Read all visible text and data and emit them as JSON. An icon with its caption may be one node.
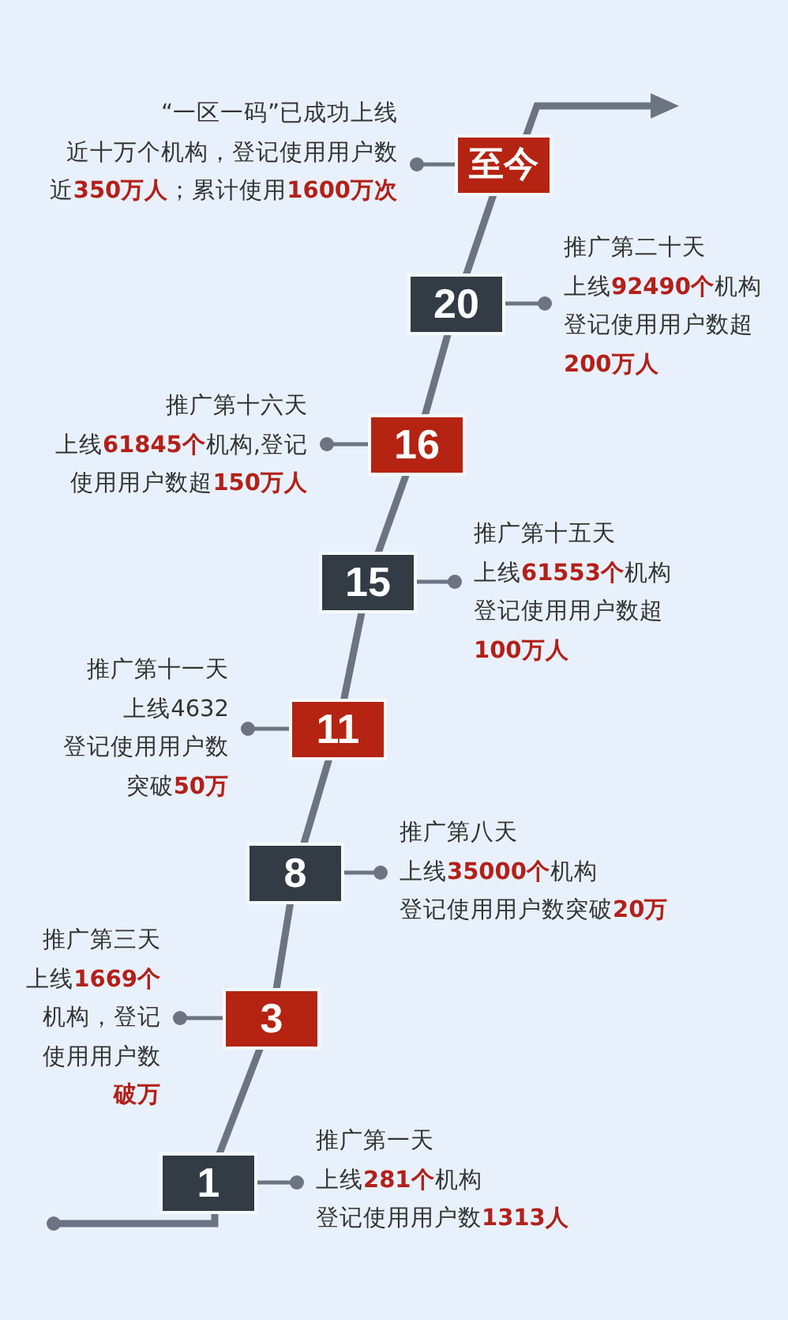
{
  "diagram": {
    "nodes": [
      {
        "text": [
          "至今"
        ]
      },
      {
        "text": [
          "“一区一码”已成功上线",
          "近十万个机构，登记使用用户数",
          "近**350万人**；累计使用**1600万次**"
        ]
      },
      {
        "text": [
          "20"
        ]
      },
      {
        "text": [
          "推广第二十天",
          "上线**92490个**机构",
          "登记使用用户数超",
          "**200万人**"
        ]
      },
      {
        "text": [
          "16"
        ]
      },
      {
        "text": [
          "推广第十六天",
          "上线**61845个**机构,登记",
          "使用用户数超**150万人**"
        ]
      },
      {
        "text": [
          "15"
        ]
      },
      {
        "text": [
          "推广第十五天",
          "上线**61553个**机构",
          "登记使用用户数超",
          "**100万人**"
        ]
      },
      {
        "text": [
          "11"
        ]
      },
      {
        "text": [
          "推广第十一天",
          "上线4632",
          "登记使用用户数",
          "突破**50万**"
        ]
      },
      {
        "text": [
          "8"
        ]
      },
      {
        "text": [
          "推广第八天",
          "上线**35000个**机构",
          "登记使用用户数突破**20万**"
        ]
      },
      {
        "text": [
          "3"
        ]
      },
      {
        "text": [
          "推广第三天",
          "上线**1669个**",
          "机构，登记",
          "使用用户数",
          "**破万**"
        ]
      },
      {
        "text": [
          "1"
        ]
      },
      {
        "text": [
          "推广第一天",
          "上线**281个**机构",
          "登记使用用户数**1313人**"
        ]
      }
    ],
    "edges": [
      {
        "from": null,
        "to": 14,
        "arrow": "other"
      },
      {
        "from": 14,
        "to": 12,
        "arrow": "none"
      },
      {
        "from": 12,
        "to": 10,
        "arrow": "none"
      },
      {
        "from": 10,
        "to": 8,
        "arrow": "none"
      },
      {
        "from": 8,
        "to": 6,
        "arrow": "none"
      },
      {
        "from": 6,
        "to": 4,
        "arrow": "none"
      },
      {
        "from": 4,
        "to": 2,
        "arrow": "none"
      },
      {
        "from": 2,
        "to": 0,
        "arrow": "none"
      },
      {
        "from": 0,
        "to": null,
        "arrow": "to"
      },
      {
        "from": 0,
        "to": 1,
        "arrow": "other"
      },
      {
        "from": 2,
        "to": 3,
        "arrow": "other"
      },
      {
        "from": 4,
        "to": 5,
        "arrow": "other"
      },
      {
        "from": 6,
        "to": 7,
        "arrow": "other"
      },
      {
        "from": 8,
        "to": 9,
        "arrow": "other"
      },
      {
        "from": 10,
        "to": 11,
        "arrow": "other"
      },
      {
        "from": 12,
        "to": 13,
        "arrow": "other"
      },
      {
        "from": 14,
        "to": 15,
        "arrow": "other"
      }
    ]
  }
}
